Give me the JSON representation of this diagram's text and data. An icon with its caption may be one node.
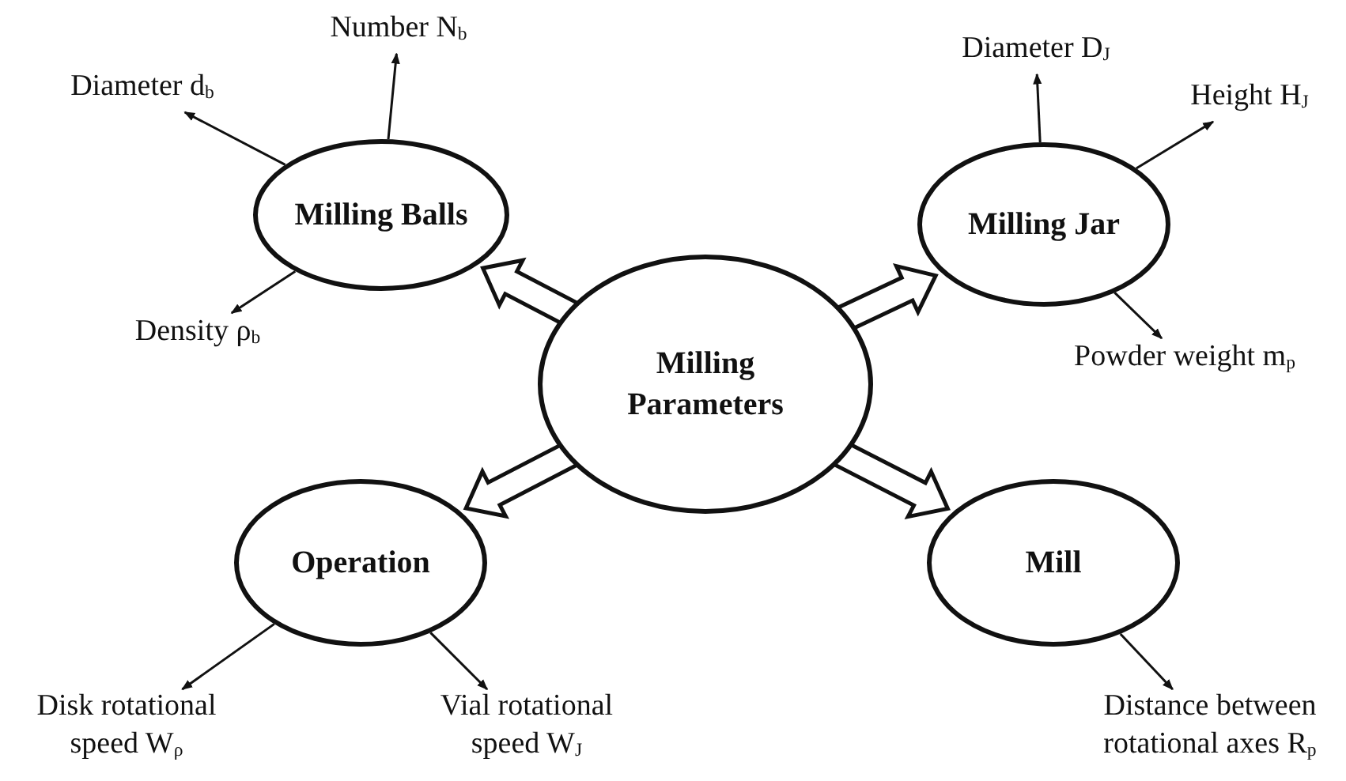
{
  "diagram": {
    "nodes": [
      {
        "text": [
          "Milling Balls"
        ]
      },
      {
        "text": [
          "Number N$_{b}$"
        ]
      },
      {
        "text": [
          "Diameter d$_{b}$"
        ]
      },
      {
        "text": [
          "Density ρ$_{b}$"
        ]
      },
      {
        "text": [
          "Milling Jar"
        ]
      },
      {
        "text": [
          "Diameter D$_{J}$"
        ]
      },
      {
        "text": [
          "Height H$_{J}$"
        ]
      },
      {
        "text": [
          "Powder weight m$_{p}$"
        ]
      },
      {
        "text": [
          "Milling Parameters"
        ]
      },
      {
        "text": [
          "Operation"
        ]
      },
      {
        "text": [
          "Disk rotational speed W$_{ρ}$"
        ]
      },
      {
        "text": [
          "Vial rotational speed W$_{J}$"
        ]
      },
      {
        "text": [
          "Mill"
        ]
      },
      {
        "text": [
          "Distance between rotational axes R$_{p}$"
        ]
      }
    ],
    "edges": [
      {
        "from": 8,
        "to": 0,
        "arrow": "to",
        "style": "thick"
      },
      {
        "from": 8,
        "to": 4,
        "arrow": "to",
        "style": "thick"
      },
      {
        "from": 8,
        "to": 9,
        "arrow": "to",
        "style": "thick"
      },
      {
        "from": 8,
        "to": 12,
        "arrow": "to",
        "style": "thick"
      },
      {
        "from": 0,
        "to": 1,
        "arrow": "to"
      },
      {
        "from": 0,
        "to": 2,
        "arrow": "to"
      },
      {
        "from": 0,
        "to": 3,
        "arrow": "to"
      },
      {
        "from": 4,
        "to": 5,
        "arrow": "to"
      },
      {
        "from": 4,
        "to": 6,
        "arrow": "to"
      },
      {
        "from": 4,
        "to": 7,
        "arrow": "to"
      },
      {
        "from": 9,
        "to": 10,
        "arrow": "to"
      },
      {
        "from": 9,
        "to": 11,
        "arrow": "to"
      },
      {
        "from": 12,
        "to": 13,
        "arrow": "to"
      }
    ]
  }
}
